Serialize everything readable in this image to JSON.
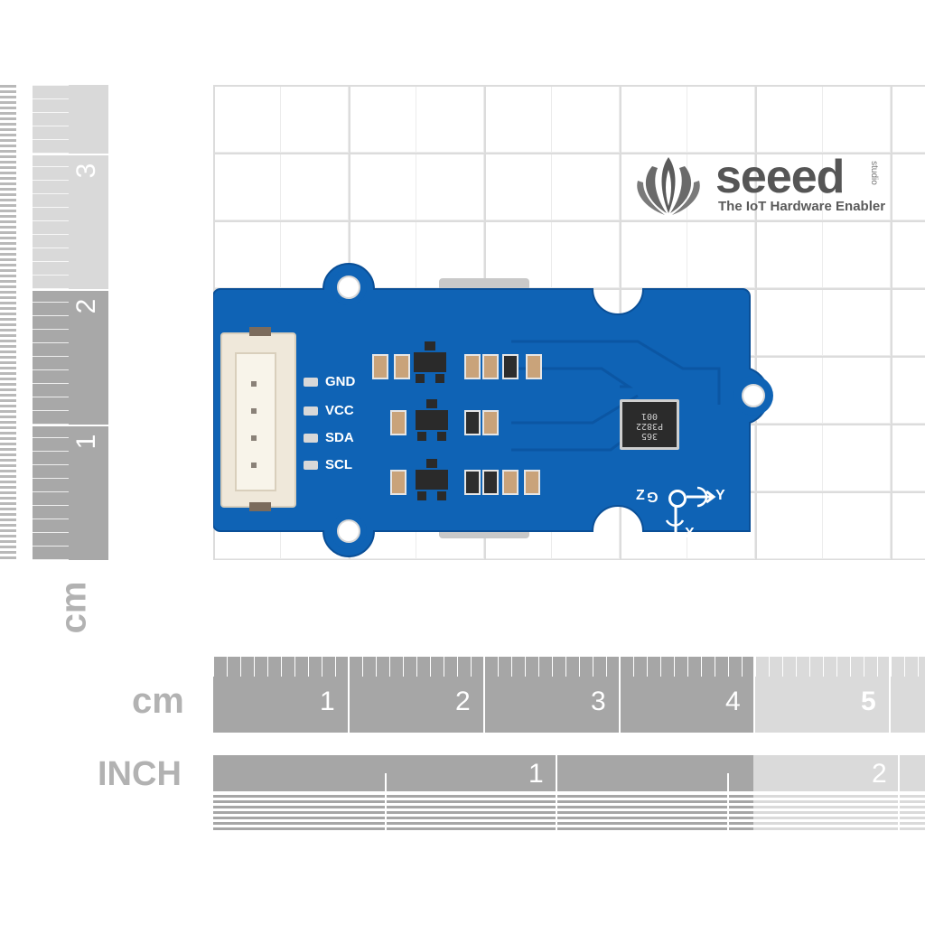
{
  "logo": {
    "brand": "seeed",
    "tagline": "The IoT Hardware Enabler",
    "studio": "studio"
  },
  "vertical_ruler": {
    "unit": "cm",
    "numbers": [
      "3",
      "2",
      "1"
    ]
  },
  "horizontal_ruler": {
    "unit": "cm",
    "numbers": [
      "1",
      "2",
      "3",
      "4",
      "5"
    ]
  },
  "inch_ruler": {
    "unit": "INCH",
    "numbers": [
      "1",
      "2"
    ]
  },
  "board": {
    "pins": [
      "GND",
      "VCC",
      "SDA",
      "SCL"
    ],
    "chip_text": [
      "365",
      "P3822",
      "001"
    ],
    "axes": {
      "z": "Z",
      "y": "Y",
      "x": "X"
    },
    "colors": {
      "pcb": "#0f63b5",
      "pcb_edge": "#0a4f97",
      "connector": "#f2ece0"
    }
  }
}
